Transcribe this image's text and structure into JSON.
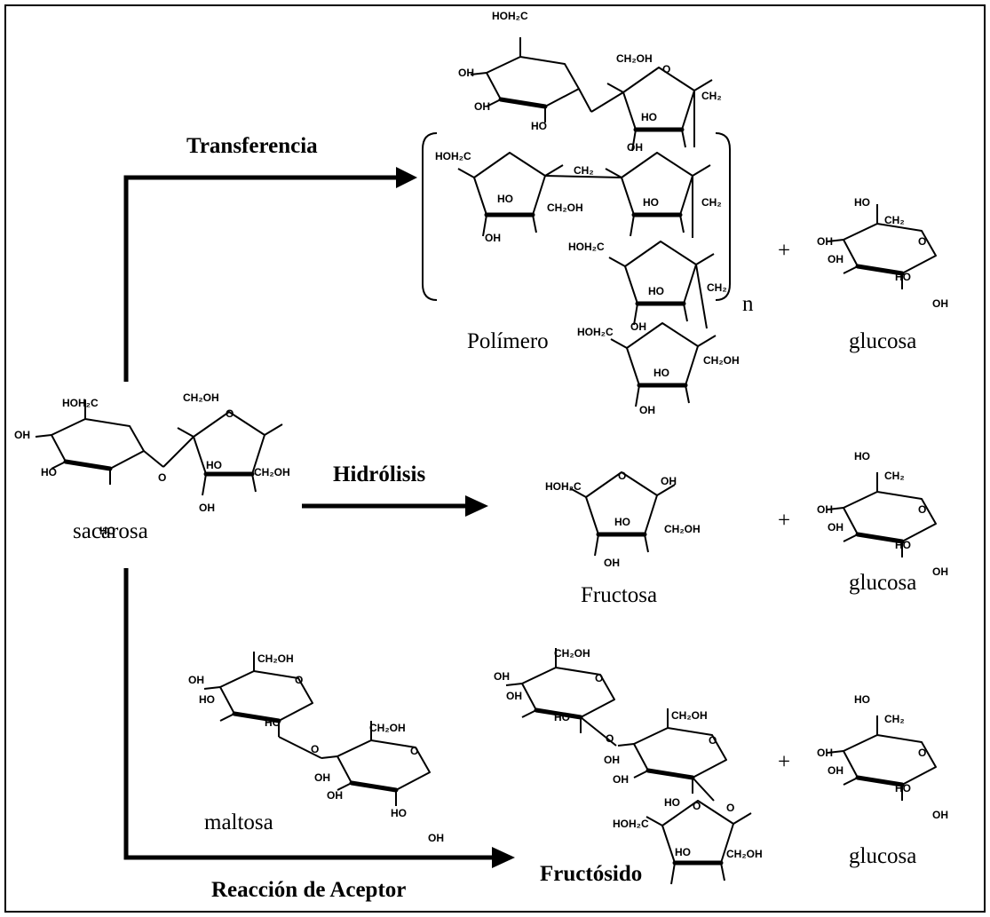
{
  "reactions": {
    "transfer": "Transferencia",
    "hydrolysis": "Hidrólisis",
    "acceptor": "Reacción de Aceptor"
  },
  "compounds": {
    "sucrose": "sacarosa",
    "polymer": "Polímero",
    "repeat_n": "n",
    "glucose_1": "glucosa",
    "fructose": "Fructosa",
    "glucose_2": "glucosa",
    "maltose": "maltosa",
    "fructoside": "Fructósido",
    "glucose_3": "glucosa"
  },
  "plus_sign": "+",
  "groups": {
    "hoh2c": "HOH₂C",
    "ch2oh": "CH₂OH",
    "ch2": "CH₂",
    "oh": "OH",
    "ho": "HO",
    "o": "O"
  }
}
